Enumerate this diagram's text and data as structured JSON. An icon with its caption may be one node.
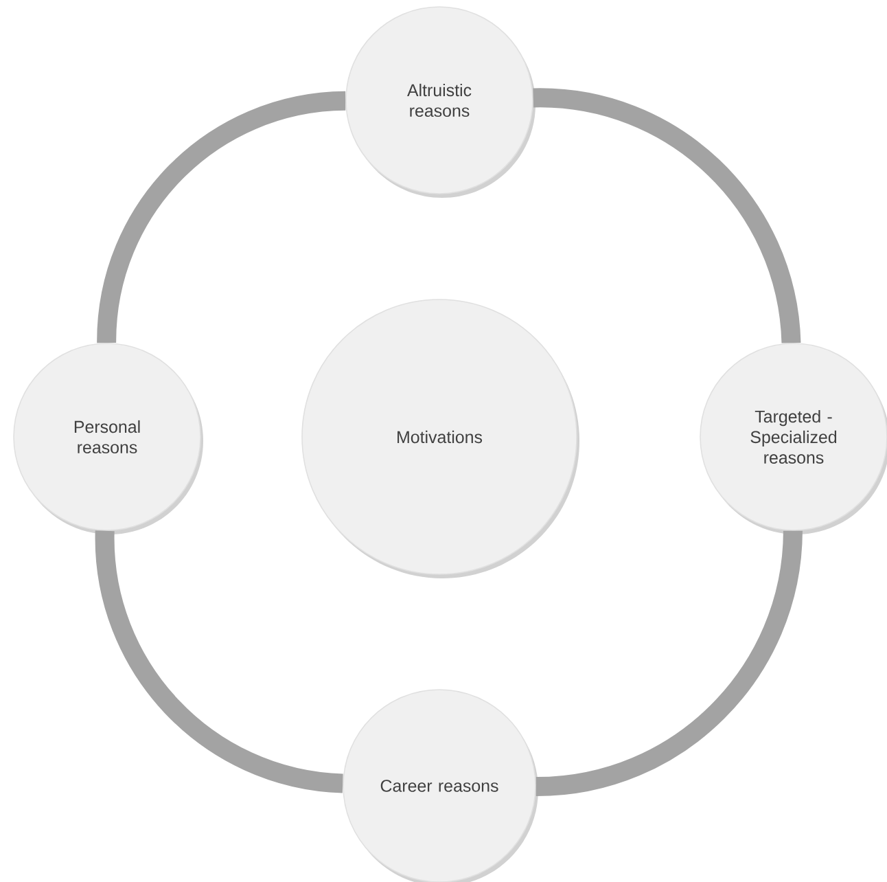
{
  "diagram": {
    "nodes": [
      {
        "text": [
          "Altruistic reasons"
        ]
      },
      {
        "text": [
          "Personal reasons"
        ]
      },
      {
        "text": [
          "Motivations"
        ]
      },
      {
        "text": [
          "Targeted - Specialized reasons"
        ]
      },
      {
        "text": [
          "Career reasons"
        ]
      }
    ],
    "edges": [
      {
        "from": 0,
        "to": 3,
        "arrow": "none"
      },
      {
        "from": 3,
        "to": 4,
        "arrow": "none"
      },
      {
        "from": 4,
        "to": 1,
        "arrow": "none"
      },
      {
        "from": 1,
        "to": 0,
        "arrow": "none"
      }
    ]
  }
}
